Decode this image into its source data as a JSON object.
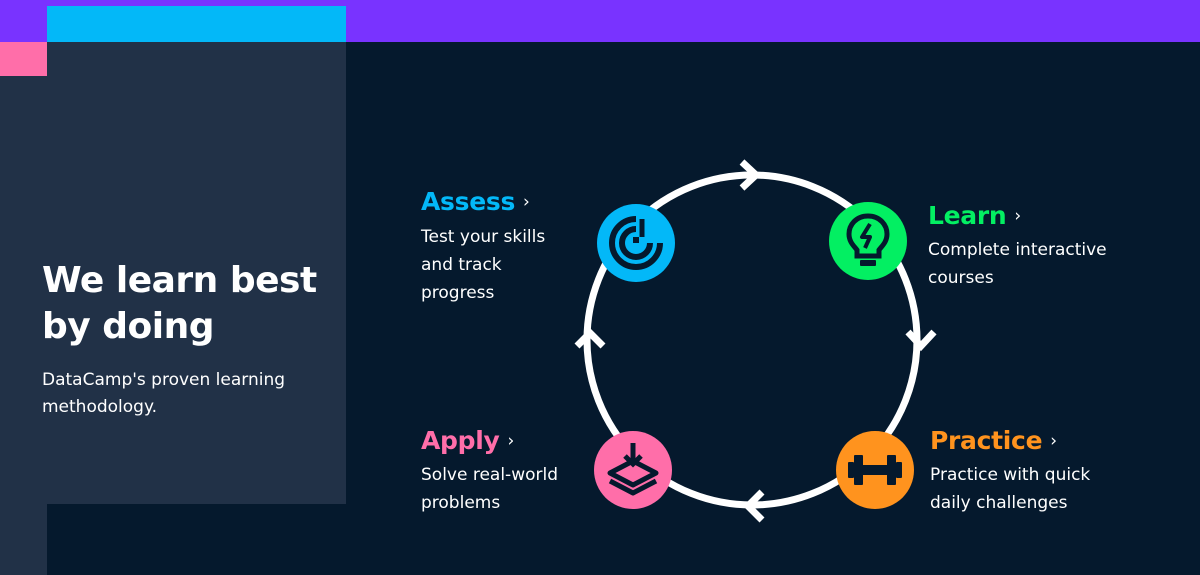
{
  "colors": {
    "background": "#05192d",
    "panel": "#213147",
    "purple": "#7933ff",
    "cyan": "#03b8f8",
    "pink": "#ff6ea9",
    "green": "#03ef62",
    "orange": "#ff931e",
    "white": "#ffffff"
  },
  "hero": {
    "title": "We learn best by doing",
    "subtitle": "DataCamp's proven learning methodology."
  },
  "steps": {
    "assess": {
      "title": "Assess",
      "chevron": "›",
      "desc": "Test your skills and track progress",
      "icon": "radar-icon",
      "color": "#03b8f8"
    },
    "learn": {
      "title": "Learn",
      "chevron": "›",
      "desc": "Complete interactive courses",
      "icon": "lightbulb-icon",
      "color": "#03ef62"
    },
    "practice": {
      "title": "Practice",
      "chevron": "›",
      "desc": "Practice with quick daily challenges",
      "icon": "dumbbell-icon",
      "color": "#ff931e"
    },
    "apply": {
      "title": "Apply",
      "chevron": "›",
      "desc": "Solve real-world problems",
      "icon": "layers-download-icon",
      "color": "#ff6ea9"
    }
  }
}
